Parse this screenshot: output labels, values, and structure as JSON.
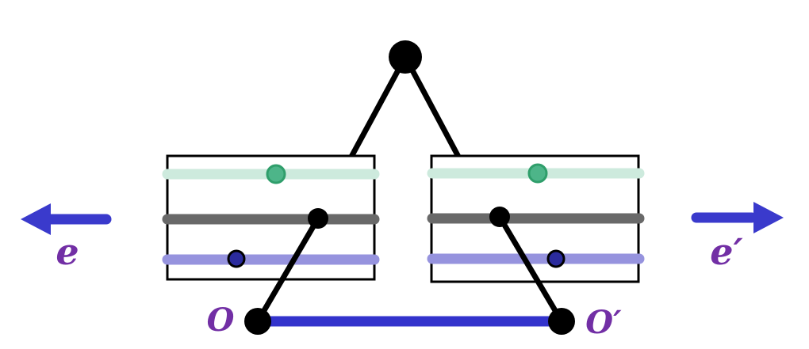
{
  "diagram": {
    "description": "Two parallel plane boxes with three colored fibers each, joined to an apex point above and to base points O and O' below; opposite horizontal arrows e and e'",
    "labels": {
      "arrow_left": "e",
      "arrow_right": "e′",
      "origin_left": "O",
      "origin_right": "O′"
    },
    "colors": {
      "black": "#000000",
      "box_fill": "#ffffff",
      "mint_bar": "#cdeadd",
      "green_dot_fill": "#4db589",
      "green_dot_stroke": "#2f9e6b",
      "gray_bar": "#696969",
      "lavender_bar": "#9693de",
      "navy_dot_fill": "#2b2b9d",
      "navy_dot_stroke": "#000000",
      "blue_segment": "#3333cc",
      "arrow_blue": "#3a3acc",
      "label_purple": "#722fa5"
    },
    "structure": {
      "planes": [
        {
          "side": "left",
          "bars": [
            "mint",
            "gray",
            "lavender"
          ],
          "marked_points": [
            "green",
            "black",
            "navy"
          ]
        },
        {
          "side": "right",
          "bars": [
            "mint",
            "gray",
            "lavender"
          ],
          "marked_points": [
            "green",
            "black",
            "navy"
          ]
        }
      ],
      "apex_points": 1,
      "base_points": 2
    }
  }
}
